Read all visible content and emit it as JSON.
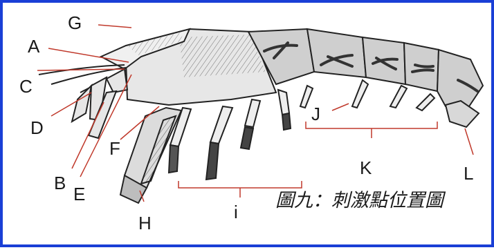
{
  "caption": "圖九：刺激點位置圖",
  "colors": {
    "frame": "#1a3fd6",
    "leader": "#c0392b",
    "ink": "#222222"
  },
  "labels": {
    "A": "A",
    "B": "B",
    "C": "C",
    "D": "D",
    "E": "E",
    "F": "F",
    "G": "G",
    "H": "H",
    "i": "i",
    "J": "J",
    "K": "K",
    "L": "L"
  }
}
